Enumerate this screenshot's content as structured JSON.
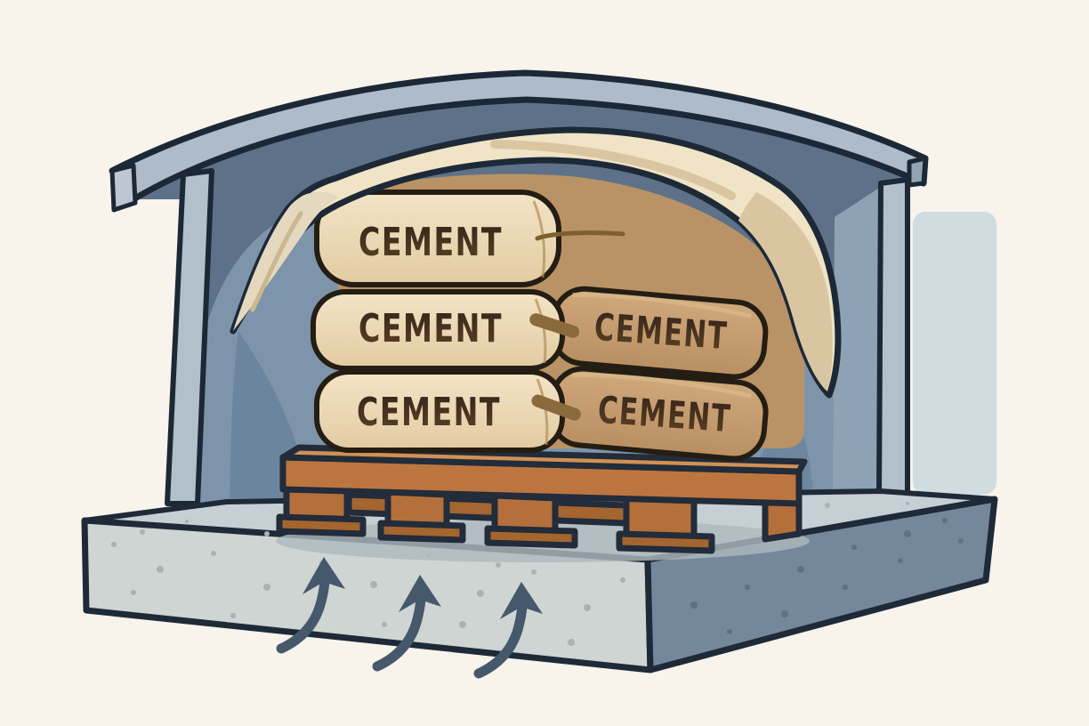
{
  "illustration": {
    "description": "Cartoon illustration of cement bags stacked on a wooden pallet under a shed, covered with a tarpaulin, raised on a concrete platform with airflow arrows underneath",
    "background_color": "#f8f3eb",
    "shed": {
      "fascia_color": "#aebbc8",
      "roof_underside_color": "#5d7289",
      "wall_color": "#7e94aa",
      "pillar_color": "#b2c0cc",
      "outline_color": "#1c2836"
    },
    "backdrop_panel_color": "#cfdce0",
    "tarp": {
      "color": "#f0e3c6",
      "shade_color": "#d9c6a1",
      "underside_color": "#e4d8bf"
    },
    "bags": {
      "front_color": "#ecd9b6",
      "side_color": "#c79f74",
      "outline_color": "#241d13",
      "label_color": "#43301d",
      "tie_color": "#8a6a3a",
      "rows": [
        {
          "front_label": "CEMENT",
          "side_label": ""
        },
        {
          "front_label": "CEMENT",
          "side_label": "CEMENT"
        },
        {
          "front_label": "CEMENT",
          "side_label": "CEMENT"
        }
      ]
    },
    "pallet": {
      "wood_color": "#b56f3b",
      "wood_top_color": "#d19154",
      "outline_color": "#222c3a"
    },
    "platform": {
      "top_color": "#c6cfd4",
      "front_color": "#ced5d2",
      "side_color": "#75879b",
      "outline_color": "#1e2a38"
    },
    "arrows": {
      "color": "#45586c",
      "count": 3,
      "meaning": "airflow under storage platform"
    }
  }
}
